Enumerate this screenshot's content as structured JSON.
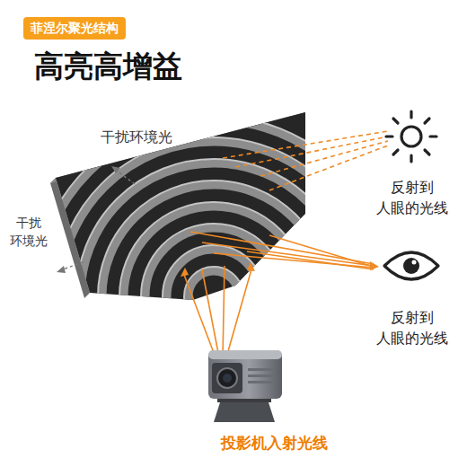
{
  "diagram": {
    "title": "高亮高增益",
    "nodes": [
      {
        "text": [
          "菲涅尔聚光结构"
        ]
      }
    ],
    "labels": [
      "干扰环境光",
      "干扰 环境光",
      "反射到 人眼的光线",
      "反射到 人眼的光线",
      "投影机入射光线"
    ]
  }
}
